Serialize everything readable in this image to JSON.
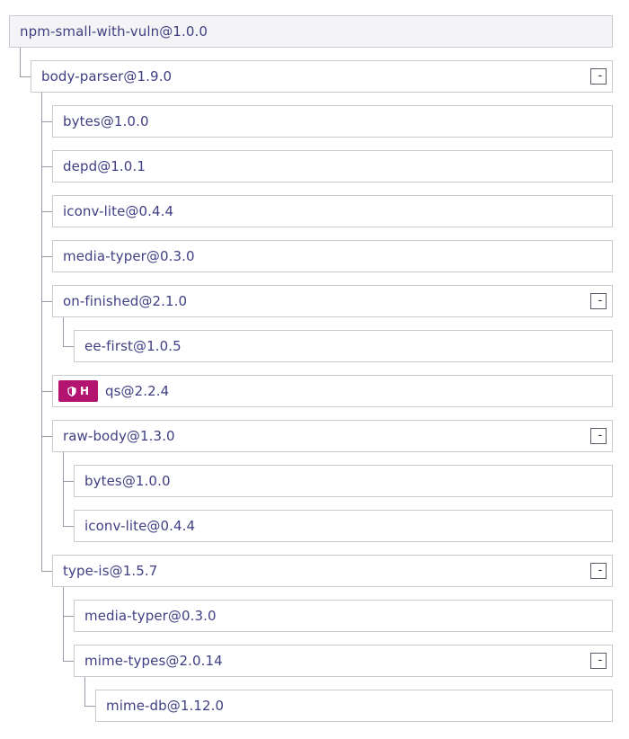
{
  "tree": {
    "nodes": [
      {
        "id": "root",
        "label": "npm-small-with-vuln@1.0.0",
        "depth": 0,
        "expanded": true
      },
      {
        "id": "body-parser",
        "label": "body-parser@1.9.0",
        "depth": 1,
        "expanded": true
      },
      {
        "id": "bytes-a",
        "label": "bytes@1.0.0",
        "depth": 2
      },
      {
        "id": "depd",
        "label": "depd@1.0.1",
        "depth": 2
      },
      {
        "id": "iconv-lite-a",
        "label": "iconv-lite@0.4.4",
        "depth": 2
      },
      {
        "id": "media-typer-a",
        "label": "media-typer@0.3.0",
        "depth": 2
      },
      {
        "id": "on-finished",
        "label": "on-finished@2.1.0",
        "depth": 2,
        "expanded": true
      },
      {
        "id": "ee-first",
        "label": "ee-first@1.0.5",
        "depth": 3
      },
      {
        "id": "qs",
        "label": "qs@2.2.4",
        "depth": 2,
        "vulnerability": {
          "severity": "H",
          "icon": "shield-icon",
          "color": "#b3146f"
        }
      },
      {
        "id": "raw-body",
        "label": "raw-body@1.3.0",
        "depth": 2,
        "expanded": true
      },
      {
        "id": "bytes-b",
        "label": "bytes@1.0.0",
        "depth": 3
      },
      {
        "id": "iconv-lite-b",
        "label": "iconv-lite@0.4.4",
        "depth": 3
      },
      {
        "id": "type-is",
        "label": "type-is@1.5.7",
        "depth": 2,
        "expanded": true
      },
      {
        "id": "media-typer-b",
        "label": "media-typer@0.3.0",
        "depth": 3
      },
      {
        "id": "mime-types",
        "label": "mime-types@2.0.14",
        "depth": 3,
        "expanded": true
      },
      {
        "id": "mime-db",
        "label": "mime-db@1.12.0",
        "depth": 4
      }
    ],
    "collapse_label": "-"
  },
  "colors": {
    "label": "#403f83",
    "node_border": "#c9c9d1",
    "connector": "#9a9aa6",
    "root_background": "#f4f4f6",
    "vulnerability_high": "#b3146f"
  }
}
